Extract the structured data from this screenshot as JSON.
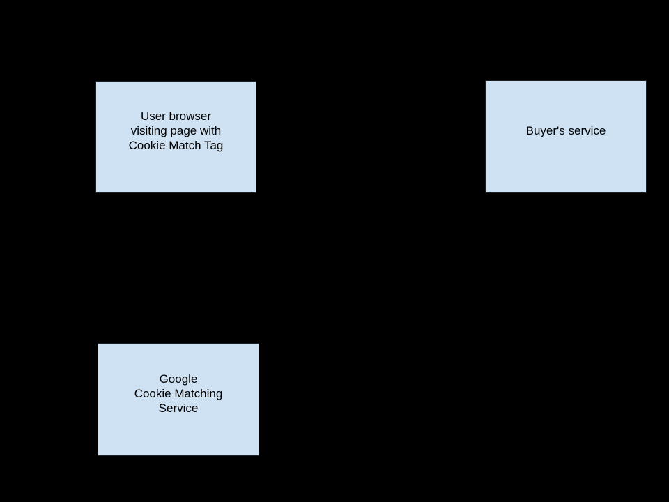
{
  "diagram": {
    "background_color": "#000000",
    "node_fill_color": "#cfe2f3",
    "node_border_color": "#1f1f1f",
    "node_text_color": "#000000",
    "nodes": [
      {
        "id": "user-browser",
        "lines": [
          "User browser",
          "visiting page with",
          "Cookie Match Tag"
        ]
      },
      {
        "id": "buyers-service",
        "lines": [
          "Buyer's service"
        ]
      },
      {
        "id": "google-cookie-matching-service",
        "lines": [
          "Google",
          "Cookie Matching",
          "Service"
        ]
      }
    ]
  }
}
